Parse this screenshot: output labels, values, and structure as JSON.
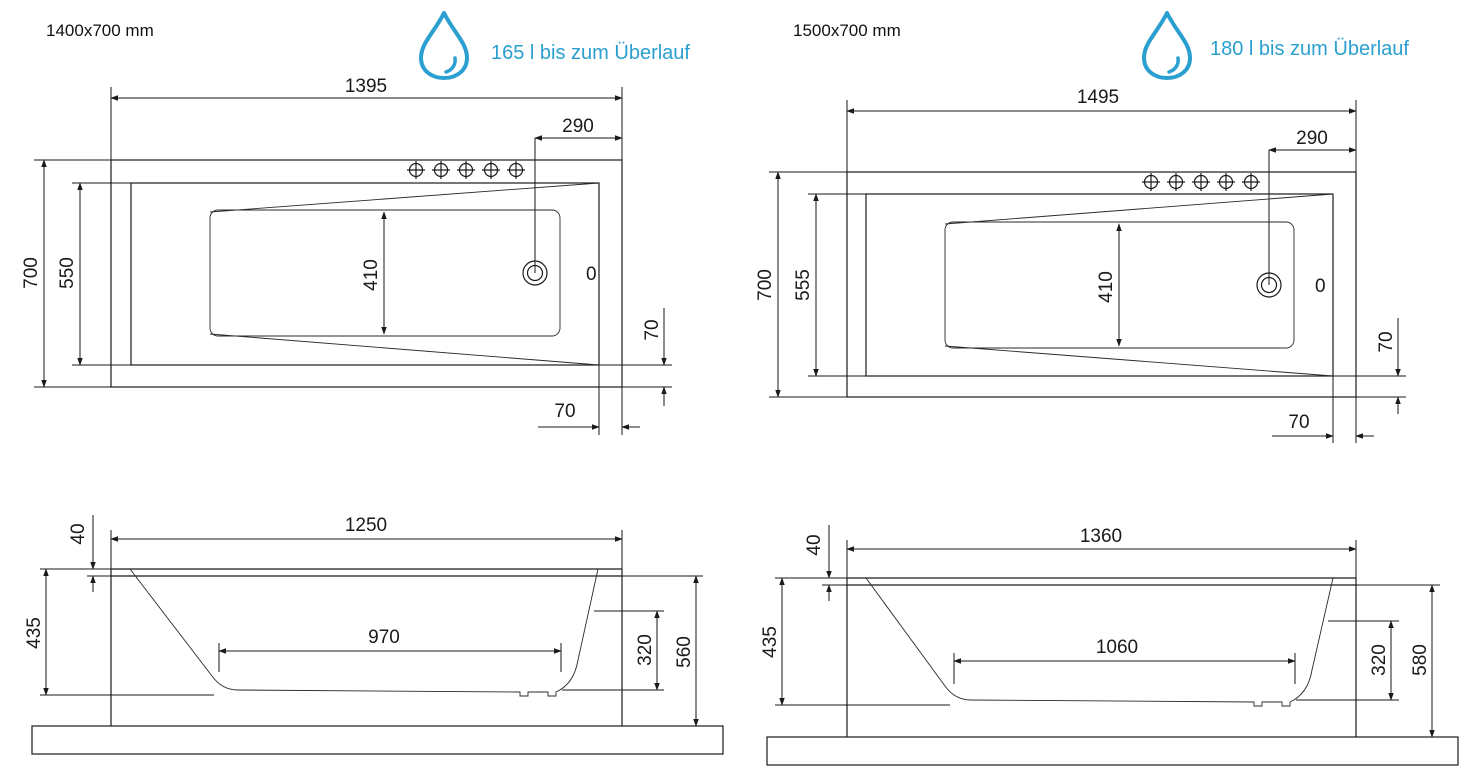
{
  "accent_color": "#2a9fd0",
  "left": {
    "size_label": "1400x700 mm",
    "capacity_label": "165 l bis zum Überlauf",
    "top_view": {
      "overall_length": "1395",
      "drain_offset": "290",
      "overall_width": "700",
      "inner_width": "550",
      "basin_width": "410",
      "overflow_label": "0",
      "rim_side": "70",
      "rim_end": "70"
    },
    "side_view": {
      "rim_height": "40",
      "top_length": "1250",
      "bottom_length": "970",
      "depth": "435",
      "drain_height": "320",
      "total_height": "560"
    }
  },
  "right": {
    "size_label": "1500x700 mm",
    "capacity_label": "180 l bis zum Überlauf",
    "top_view": {
      "overall_length": "1495",
      "drain_offset": "290",
      "overall_width": "700",
      "inner_width": "555",
      "basin_width": "410",
      "overflow_label": "0",
      "rim_side": "70",
      "rim_end": "70"
    },
    "side_view": {
      "rim_height": "40",
      "top_length": "1360",
      "bottom_length": "1060",
      "depth": "435",
      "drain_height": "320",
      "total_height": "580"
    }
  }
}
